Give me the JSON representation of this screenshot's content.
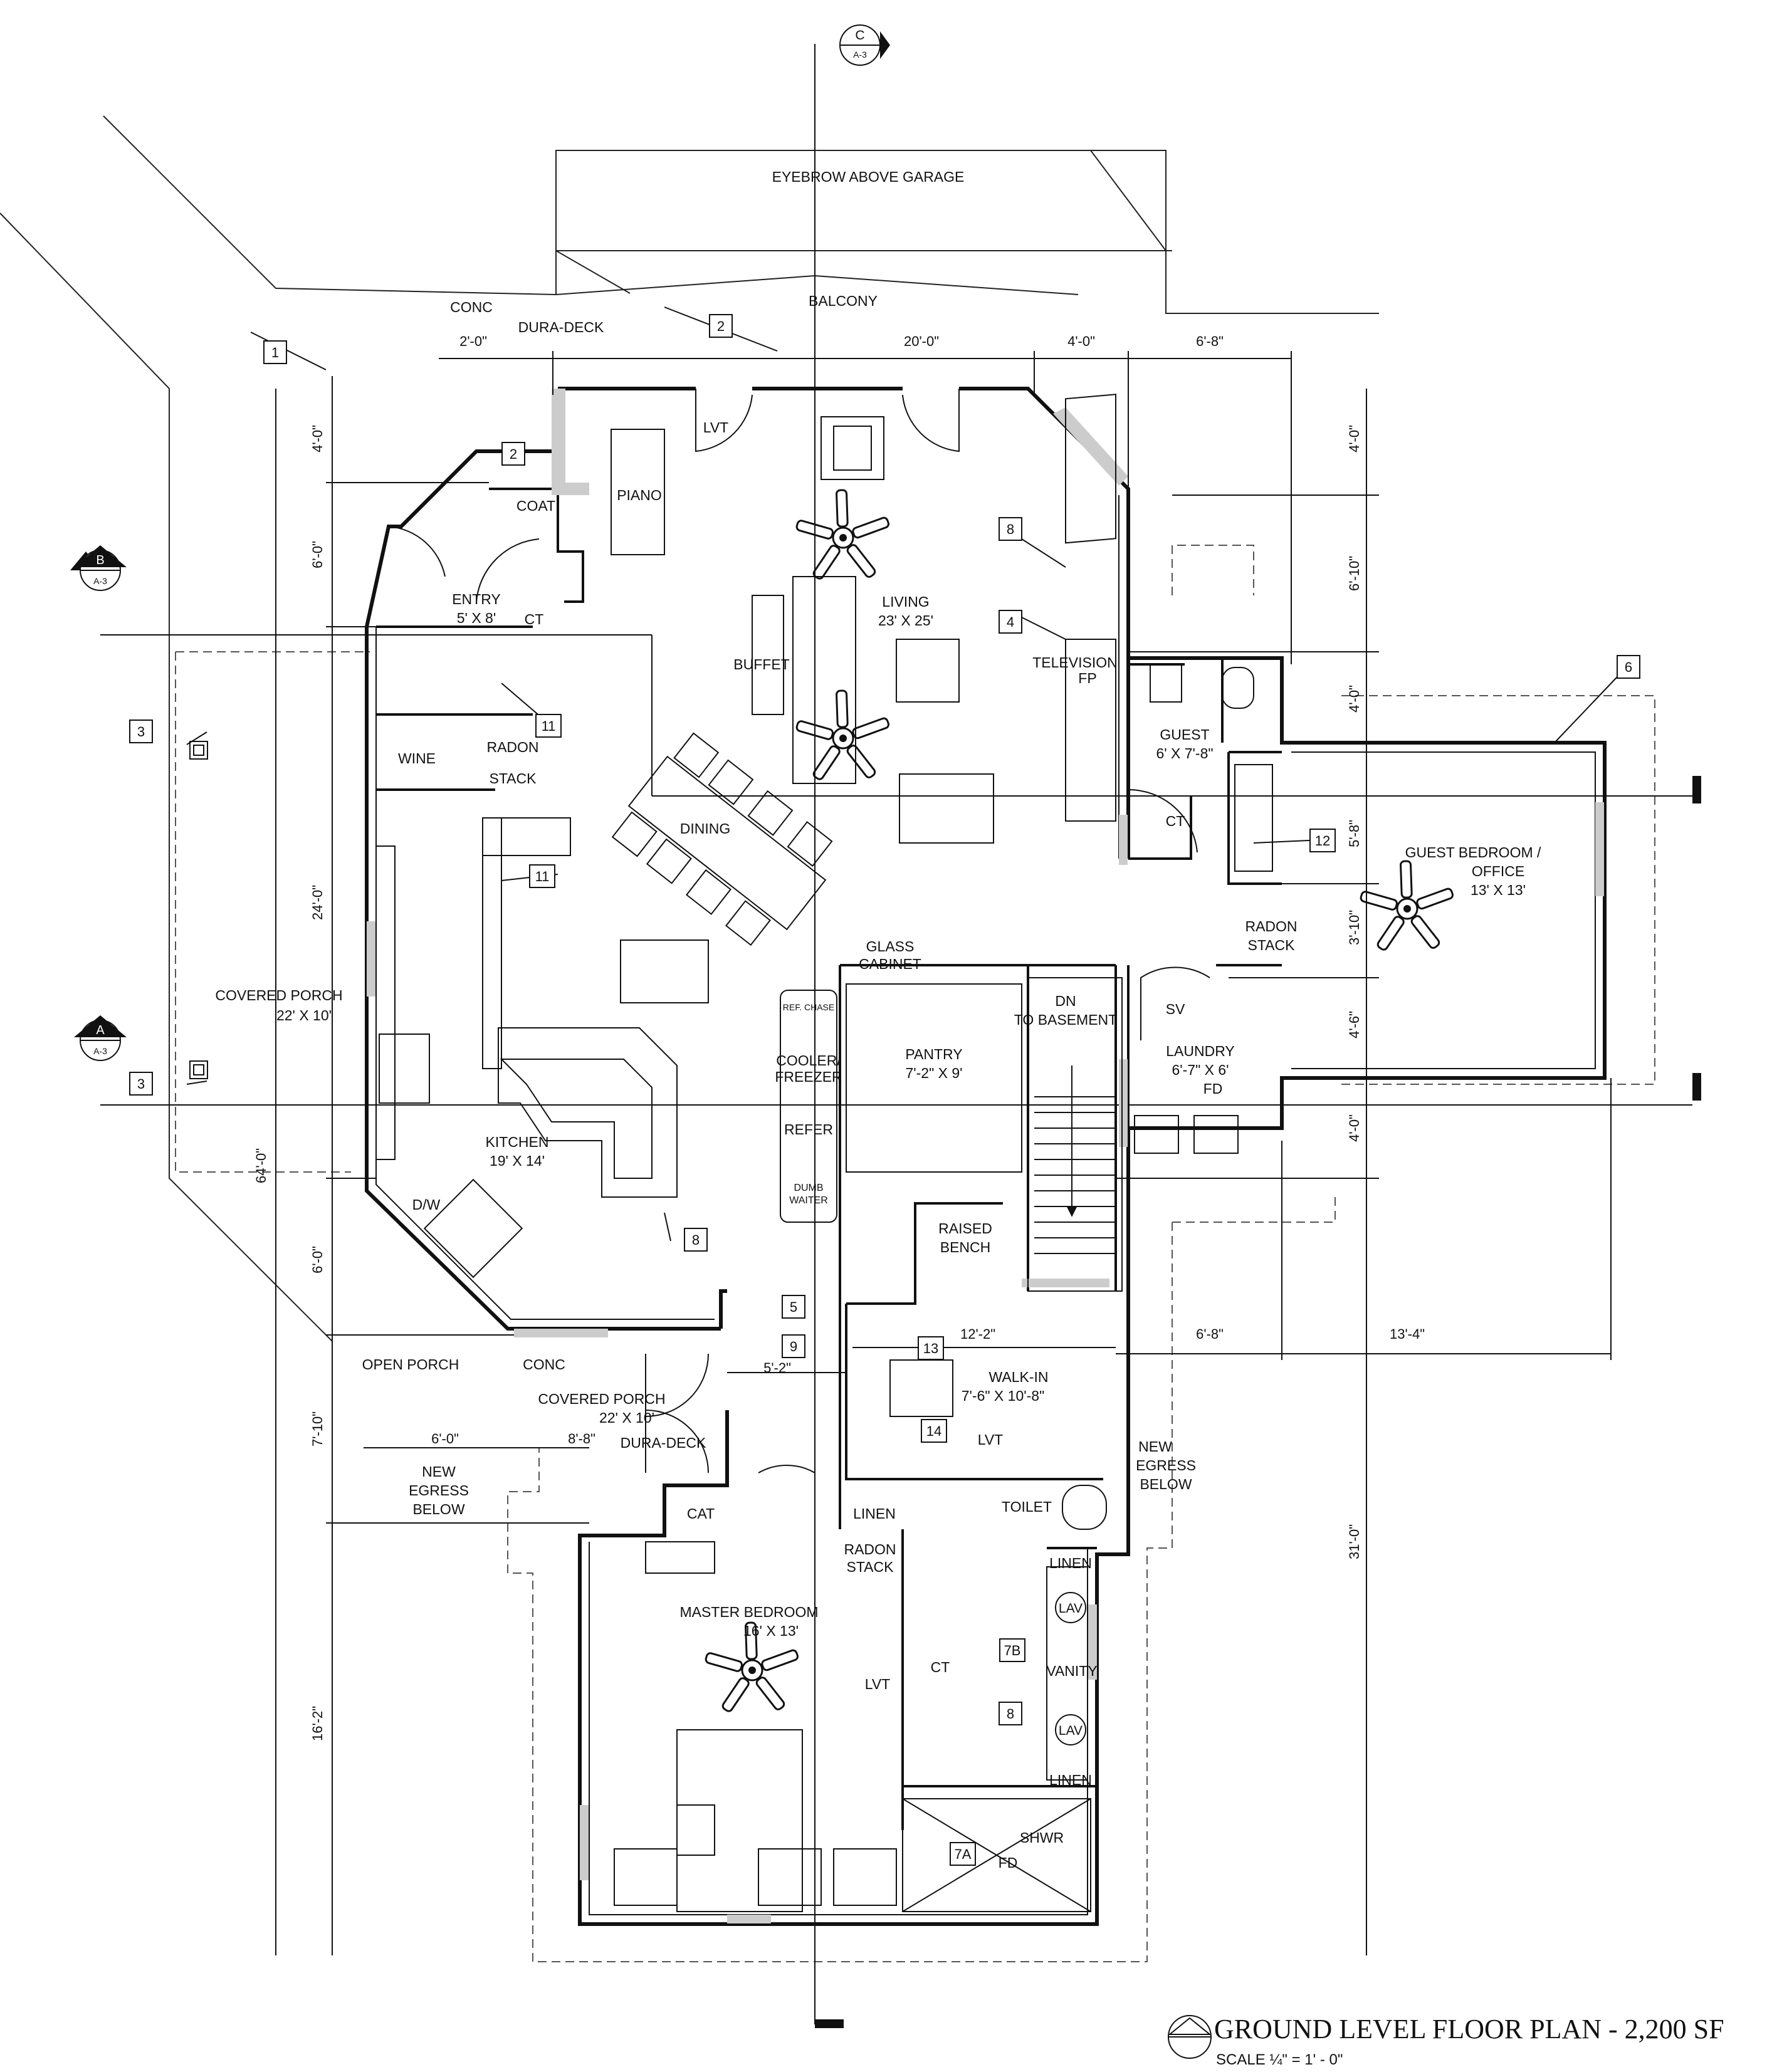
{
  "title": "GROUND LEVEL  FLOOR PLAN - 2,200 SF",
  "scale": "SCALE ¼\" = 1' - 0\"",
  "section_markers": [
    {
      "letter": "C",
      "sheet": "A-3"
    },
    {
      "letter": "B",
      "sheet": "A-3"
    },
    {
      "letter": "A",
      "sheet": "A-3"
    }
  ],
  "top_labels": {
    "eyebrow": "EYEBROW ABOVE GARAGE",
    "balcony": "BALCONY",
    "conc": "CONC",
    "dura_deck": "DURA-DECK"
  },
  "rooms": {
    "living": [
      "LIVING",
      "23' X 25'"
    ],
    "entry": [
      "ENTRY",
      "5' X 8'"
    ],
    "kitchen": [
      "KITCHEN",
      "19' X 14'"
    ],
    "pantry": [
      "PANTRY",
      "7'-2\" X 9'"
    ],
    "guest": [
      "GUEST",
      "6' X 7'-8\""
    ],
    "guest_bedroom": [
      "GUEST BEDROOM /",
      "OFFICE",
      "13' X 13'"
    ],
    "laundry": [
      "LAUNDRY",
      "6'-7\" X 6'",
      "FD"
    ],
    "covered_porch_left": [
      "COVERED PORCH",
      "22' X 10'"
    ],
    "covered_porch_bottom": [
      "COVERED PORCH",
      "22' X 10'"
    ],
    "walk_in": [
      "WALK-IN",
      "7'-6\" X 10'-8\""
    ],
    "master_bedroom": [
      "MASTER BEDROOM",
      "16' X 13'"
    ]
  },
  "labels": {
    "piano": "PIANO",
    "coat": "COAT",
    "ct": "CT",
    "lvt": "LVT",
    "buffet": "BUFFET",
    "television": "TELEVISION",
    "fp": "FP",
    "wine": "WINE",
    "radon": "RADON",
    "stack": "STACK",
    "dining": "DINING",
    "glass": "GLASS",
    "cabinet": "CABINET",
    "dn": "DN",
    "to_basement": "TO BASEMENT",
    "cooler": "COOLER/",
    "freezer": "FREEZER",
    "refer": "REFER",
    "dw": "D/W",
    "raised": "RAISED",
    "bench": "BENCH",
    "open_porch": "OPEN PORCH",
    "new": "NEW",
    "egress": "EGRESS",
    "below": "BELOW",
    "cat": "CAT",
    "linen": "LINEN",
    "toilet": "TOILET",
    "vanity": "VANITY",
    "lav": "LAV",
    "shwr": "SHWR",
    "fd": "FD",
    "sv": "SV",
    "dumb": "DUMB",
    "waiter": "WAITER",
    "ref_chase": "REF. CHASE"
  },
  "tags": [
    "1",
    "2",
    "2",
    "3",
    "3",
    "4",
    "5",
    "6",
    "7A",
    "7B",
    "8",
    "8",
    "8",
    "9",
    "11",
    "11",
    "12",
    "13",
    "14"
  ],
  "dimensions": {
    "top_2_0": "2'-0\"",
    "top_20_0": "20'-0\"",
    "top_4_0": "4'-0\"",
    "top_6_8": "6'-8\"",
    "left_4_0": "4'-0\"",
    "left_6_0": "6'-0\"",
    "left_24_0": "24'-0\"",
    "left_6_0b": "6'-0\"",
    "left_7_10": "7'-10\"",
    "left_16_2": "16'-2\"",
    "left_64_0": "64'-0\"",
    "right_4_0": "4'-0\"",
    "right_6_10": "6'-10\"",
    "right_4_0b": "4'-0\"",
    "right_5_8": "5'-8\"",
    "right_3_10": "3'-10\"",
    "right_4_6": "4'-6\"",
    "right_4_0c": "4'-0\"",
    "right_31_0": "31'-0\"",
    "mid_12_2": "12'-2\"",
    "mid_6_8": "6'-8\"",
    "mid_13_4": "13'-4\"",
    "mid_5_2": "5'-2\"",
    "porch_6_0": "6'-0\"",
    "porch_8_8": "8'-8\""
  }
}
